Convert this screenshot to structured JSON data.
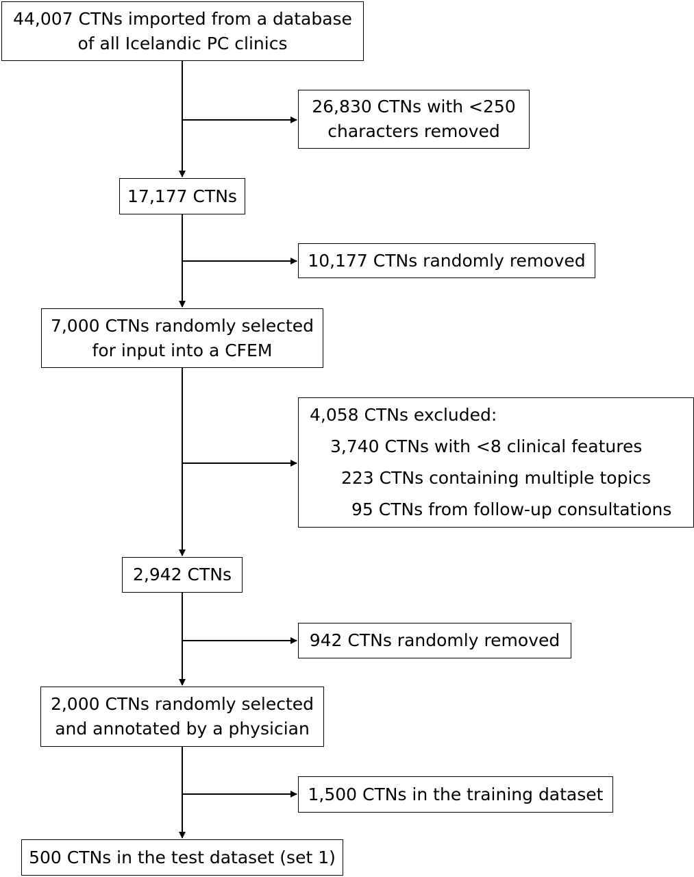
{
  "main_boxes": [
    {
      "id": "imported",
      "lines": [
        "44,007 CTNs imported from a database",
        "of all Icelandic PC clinics"
      ]
    },
    {
      "id": "after-length-filter",
      "lines": [
        "17,177 CTNs"
      ]
    },
    {
      "id": "cfem-input",
      "lines": [
        "7,000 CTNs randomly selected",
        "for input into a CFEM"
      ]
    },
    {
      "id": "after-exclusion",
      "lines": [
        "2,942 CTNs"
      ]
    },
    {
      "id": "annotated",
      "lines": [
        "2,000 CTNs randomly selected",
        "and annotated by a physician"
      ]
    },
    {
      "id": "test-set",
      "lines": [
        "500 CTNs in the test dataset (set 1)"
      ]
    }
  ],
  "side_boxes": [
    {
      "id": "short-removed",
      "lines": [
        "26,830 CTNs with <250",
        "characters removed"
      ]
    },
    {
      "id": "random-removed-1",
      "lines": [
        "10,177 CTNs randomly removed"
      ]
    },
    {
      "id": "excluded",
      "lines": [
        "4,058 CTNs excluded:",
        "3,740 CTNs with <8 clinical features",
        "223 CTNs containing multiple topics",
        "95 CTNs from follow-up consultations"
      ]
    },
    {
      "id": "random-removed-2",
      "lines": [
        "942 CTNs randomly removed"
      ]
    },
    {
      "id": "training-set",
      "lines": [
        "1,500 CTNs in the training dataset"
      ]
    }
  ]
}
